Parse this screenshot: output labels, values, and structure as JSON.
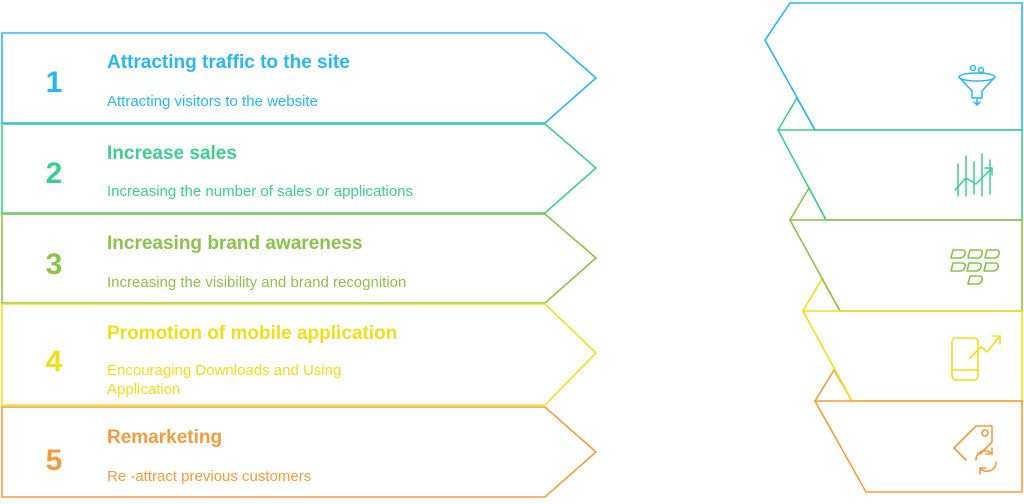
{
  "steps": [
    {
      "number": "1",
      "title": "Attracting traffic to the site",
      "description": "Attracting visitors to the website",
      "color": "#29b6f6",
      "icon": "funnel-icon"
    },
    {
      "number": "2",
      "title": "Increase sales",
      "description": "Increasing the number of sales or applications",
      "color": "#3ccf8e",
      "icon": "growth-chart-icon"
    },
    {
      "number": "3",
      "title": "Increasing brand awareness",
      "description": "Increasing the visibility and brand recognition",
      "color": "#8bc34a",
      "icon": "brand-blocks-icon"
    },
    {
      "number": "4",
      "title": "Promotion of mobile application",
      "description": "Encouraging Downloads and Using Application",
      "color": "#f2dd1a",
      "icon": "mobile-growth-icon"
    },
    {
      "number": "5",
      "title": "Remarketing",
      "description": "Re -attract previous customers",
      "color": "#f39c3c",
      "icon": "tag-refresh-icon"
    }
  ]
}
